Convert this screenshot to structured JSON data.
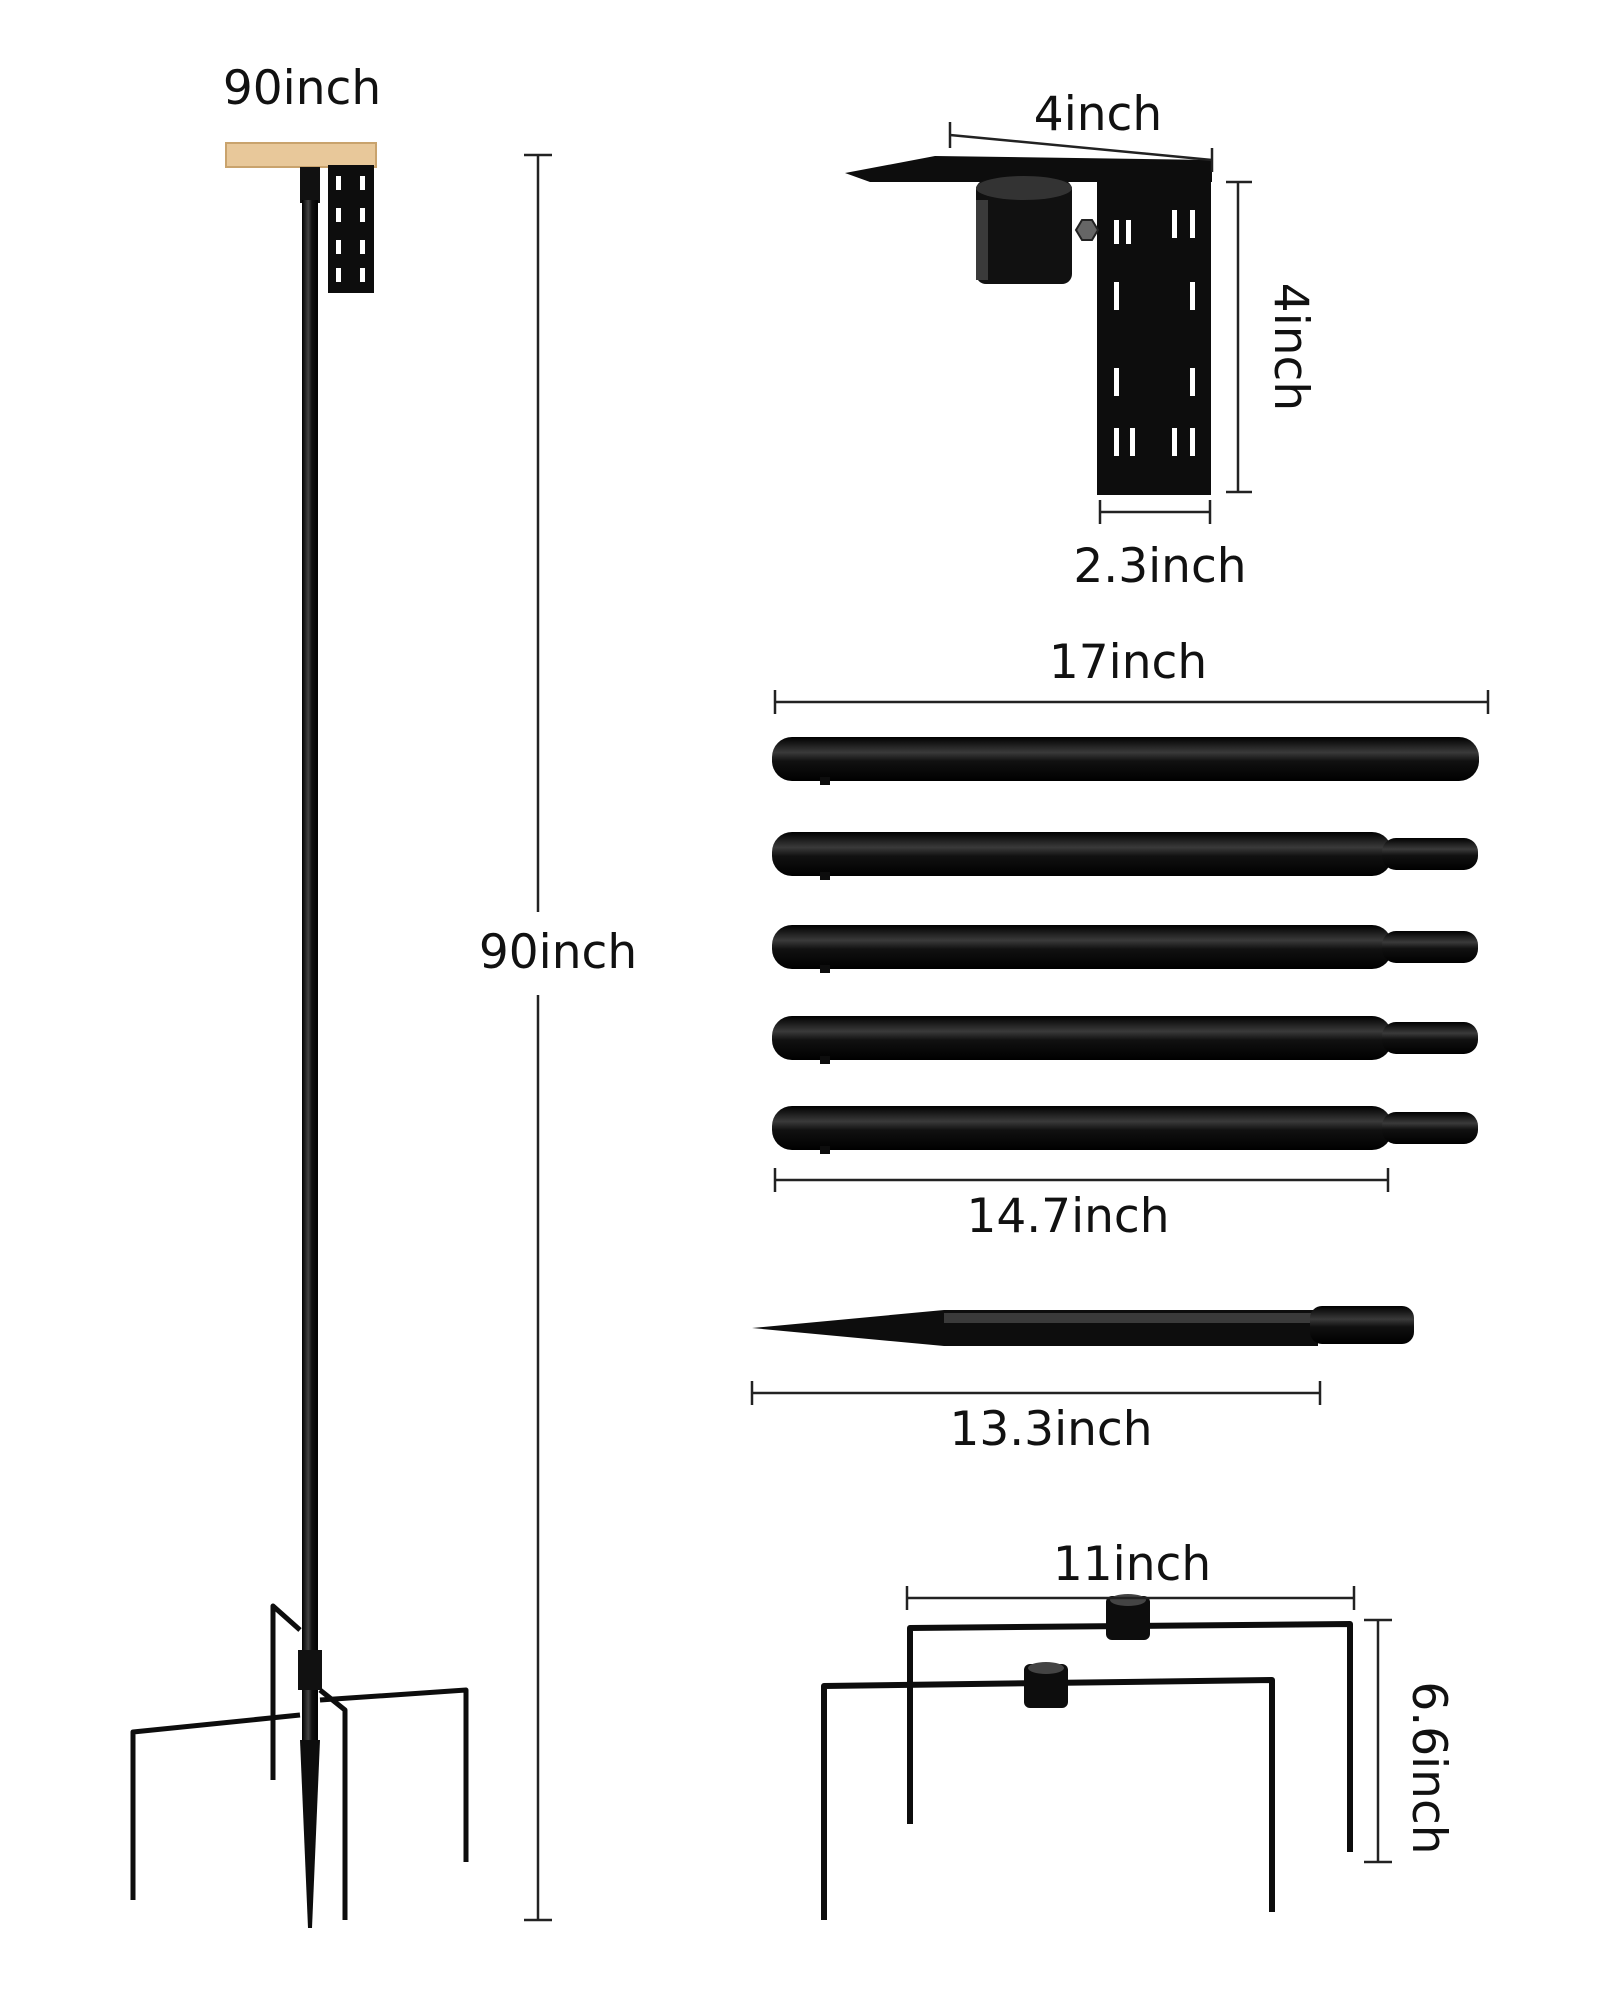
{
  "colors": {
    "metal": "#0d0d0d",
    "metal_highlight": "#5a5a5a",
    "wood": "#e8c89a",
    "wood_edge": "#c9a36d",
    "dimension_line": "#222222"
  },
  "parts": {
    "full_pole": {
      "top_width_label": "90inch",
      "height_label": "90inch"
    },
    "bracket": {
      "top_label": "4inch",
      "side_label": "4inch",
      "bottom_label": "2.3inch"
    },
    "extension_poles": {
      "overall_label": "17inch",
      "tube_label": "14.7inch",
      "count": 5
    },
    "spike_pole": {
      "label": "13.3inch"
    },
    "base_stakes": {
      "width_label": "11inch",
      "height_label": "6.6inch",
      "count": 2
    }
  }
}
